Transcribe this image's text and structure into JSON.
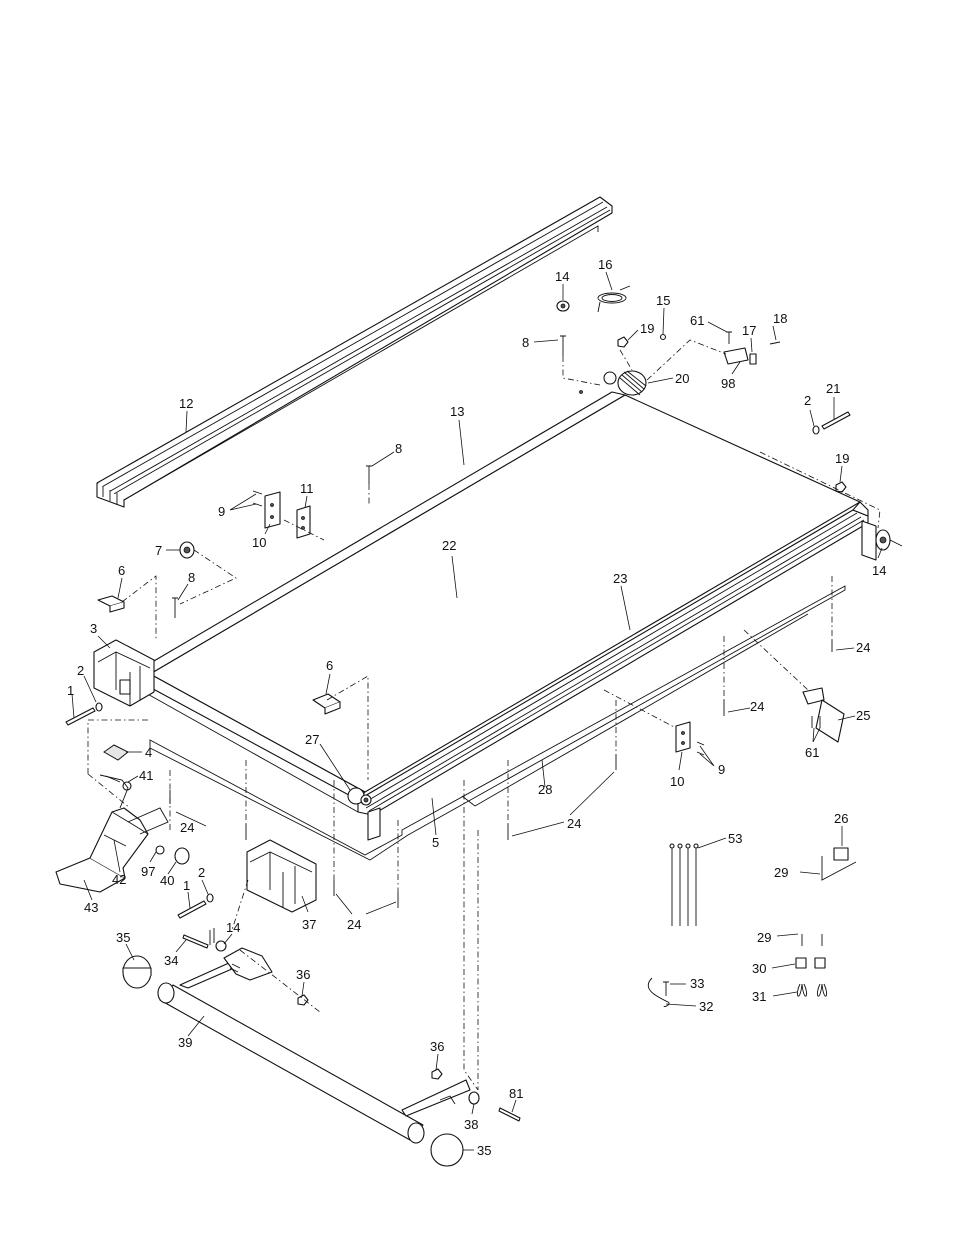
{
  "diagram": {
    "callouts": [
      {
        "id": "c12",
        "text": "12"
      },
      {
        "id": "c13",
        "text": "13"
      },
      {
        "id": "c14a",
        "text": "14"
      },
      {
        "id": "c16",
        "text": "16"
      },
      {
        "id": "c15",
        "text": "15"
      },
      {
        "id": "c19a",
        "text": "19"
      },
      {
        "id": "c8a",
        "text": "8"
      },
      {
        "id": "c20",
        "text": "20"
      },
      {
        "id": "c61a",
        "text": "61"
      },
      {
        "id": "c17",
        "text": "17"
      },
      {
        "id": "c18",
        "text": "18"
      },
      {
        "id": "c98",
        "text": "98"
      },
      {
        "id": "c2a",
        "text": "2"
      },
      {
        "id": "c21",
        "text": "21"
      },
      {
        "id": "c19b",
        "text": "19"
      },
      {
        "id": "c14b",
        "text": "14"
      },
      {
        "id": "c8b",
        "text": "8"
      },
      {
        "id": "c11",
        "text": "11"
      },
      {
        "id": "c9a",
        "text": "9"
      },
      {
        "id": "c10a",
        "text": "10"
      },
      {
        "id": "c22",
        "text": "22"
      },
      {
        "id": "c7",
        "text": "7"
      },
      {
        "id": "c8c",
        "text": "8"
      },
      {
        "id": "c6a",
        "text": "6"
      },
      {
        "id": "c23",
        "text": "23"
      },
      {
        "id": "c3",
        "text": "3"
      },
      {
        "id": "c2b",
        "text": "2"
      },
      {
        "id": "c1a",
        "text": "1"
      },
      {
        "id": "c24a",
        "text": "24"
      },
      {
        "id": "c6b",
        "text": "6"
      },
      {
        "id": "c24b",
        "text": "24"
      },
      {
        "id": "c25",
        "text": "25"
      },
      {
        "id": "c61b",
        "text": "61"
      },
      {
        "id": "c4",
        "text": "4"
      },
      {
        "id": "c41",
        "text": "41"
      },
      {
        "id": "c27",
        "text": "27"
      },
      {
        "id": "c9b",
        "text": "9"
      },
      {
        "id": "c10b",
        "text": "10"
      },
      {
        "id": "c28",
        "text": "28"
      },
      {
        "id": "c24c",
        "text": "24"
      },
      {
        "id": "c24d",
        "text": "24"
      },
      {
        "id": "c5",
        "text": "5"
      },
      {
        "id": "c53",
        "text": "53"
      },
      {
        "id": "c26",
        "text": "26"
      },
      {
        "id": "c29a",
        "text": "29"
      },
      {
        "id": "c42",
        "text": "42"
      },
      {
        "id": "c97",
        "text": "97"
      },
      {
        "id": "c40",
        "text": "40"
      },
      {
        "id": "c2c",
        "text": "2"
      },
      {
        "id": "c43",
        "text": "43"
      },
      {
        "id": "c1b",
        "text": "1"
      },
      {
        "id": "c37",
        "text": "37"
      },
      {
        "id": "c24e",
        "text": "24"
      },
      {
        "id": "c29b",
        "text": "29"
      },
      {
        "id": "c35a",
        "text": "35"
      },
      {
        "id": "c14c",
        "text": "14"
      },
      {
        "id": "c34",
        "text": "34"
      },
      {
        "id": "c36a",
        "text": "36"
      },
      {
        "id": "c30",
        "text": "30"
      },
      {
        "id": "c33",
        "text": "33"
      },
      {
        "id": "c31",
        "text": "31"
      },
      {
        "id": "c32",
        "text": "32"
      },
      {
        "id": "c39",
        "text": "39"
      },
      {
        "id": "c36b",
        "text": "36"
      },
      {
        "id": "c81",
        "text": "81"
      },
      {
        "id": "c38",
        "text": "38"
      },
      {
        "id": "c35b",
        "text": "35"
      }
    ]
  }
}
